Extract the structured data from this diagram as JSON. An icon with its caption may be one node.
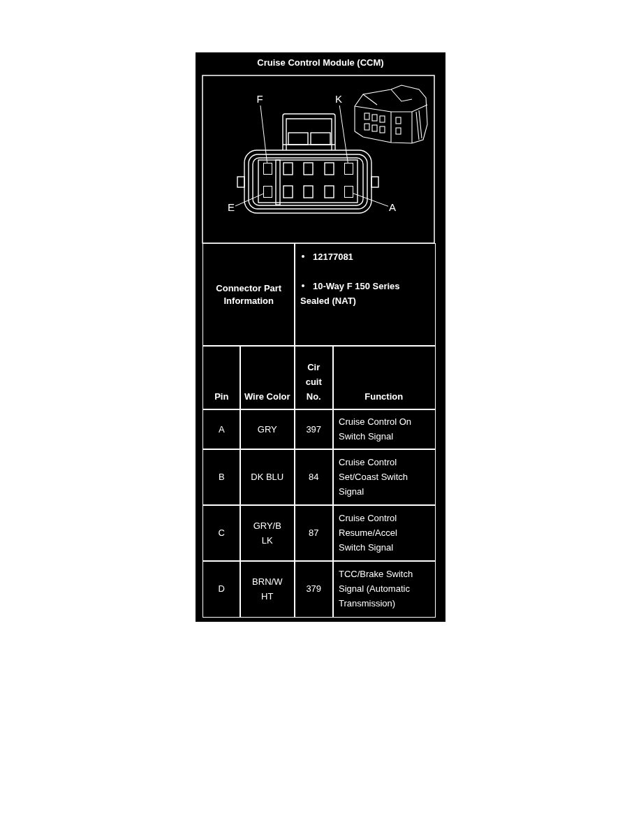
{
  "diagram": {
    "title": "Cruise Control Module (CCM)",
    "nodes": [
      {
        "text": [
          "F"
        ]
      },
      {
        "text": [
          "K"
        ]
      },
      {
        "text": [
          "E"
        ]
      },
      {
        "text": [
          "A"
        ]
      },
      {
        "text": [],
        "shape": "box"
      },
      {
        "text": [],
        "shape": "box"
      },
      {
        "text": [],
        "shape": "box"
      },
      {
        "text": [],
        "shape": "box"
      }
    ],
    "edges": [
      {
        "from": 0,
        "to": 4,
        "arrow": "none"
      },
      {
        "from": 1,
        "to": 5,
        "arrow": "none"
      },
      {
        "from": 2,
        "to": 6,
        "arrow": "none"
      },
      {
        "from": 3,
        "to": 7,
        "arrow": "none"
      }
    ],
    "labels": [
      "Connector Part Information",
      "12177081",
      "10-Way F 150 Series Sealed (NAT)",
      "Pin",
      "Wire Color",
      "Cir cuit No.",
      "Function",
      "A",
      "GRY",
      "397",
      "Cruise Control On Switch Signal",
      "B",
      "DK BLU",
      "84",
      "Cruise Control Set/Coast Switch Signal",
      "C",
      "GRY/B LK",
      "87",
      "Cruise Control Resume/Accel Switch Signal",
      "D",
      "BRN/W HT",
      "379",
      "TCC/Brake Switch Signal (Automatic Transmission)"
    ]
  }
}
